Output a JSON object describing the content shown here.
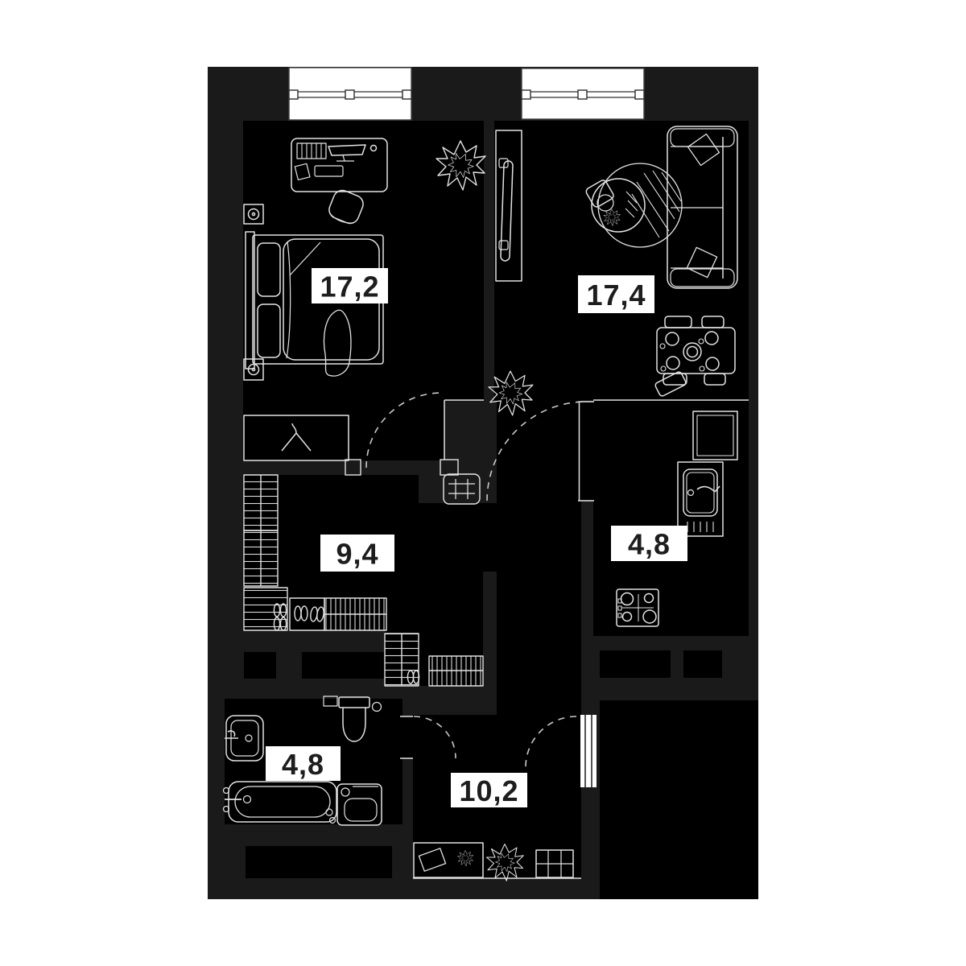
{
  "colors": {
    "page_background": "#ffffff",
    "plan_base": "#1a1a1a",
    "room_floor": "#000000",
    "line": "#e3e3e3",
    "dashed_door_arc": "#c9c9c9",
    "window_fill": "#ffffff",
    "label_background": "#ffffff",
    "label_text": "#1d1d1d"
  },
  "rooms": {
    "bedroom": {
      "area": "17,2"
    },
    "living_room": {
      "area": "17,4"
    },
    "dressing": {
      "area": "9,4"
    },
    "kitchen": {
      "area": "4,8"
    },
    "bathroom": {
      "area": "4,8"
    },
    "hallway": {
      "area": "10,2"
    }
  }
}
